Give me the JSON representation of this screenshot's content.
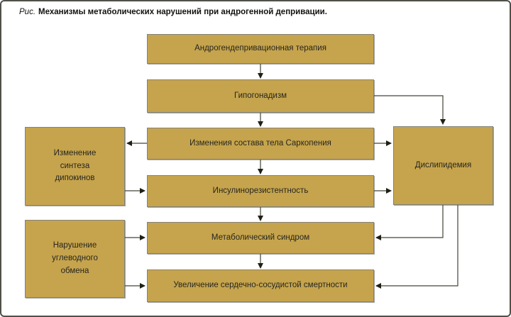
{
  "figure": {
    "caption_prefix": "Рис.",
    "caption_text": "Механизмы метаболических нарушений при андрогенной депривации."
  },
  "colors": {
    "node_fill": "#C6A44D",
    "node_border": "#82827A",
    "connector": "#44443A",
    "arrowhead": "#1F1F14",
    "frame": "#50504A",
    "background": "#FFFFFF",
    "text": "#26261E"
  },
  "nodes": {
    "adt": {
      "label": "Андрогендепривационная терапия"
    },
    "hypogonadism": {
      "label": "Гипогонадизм"
    },
    "body_composition": {
      "label": "Изменения состава тела Саркопения"
    },
    "insulin_resistance": {
      "label": "Инсулинорезистентность"
    },
    "metabolic_syndrome": {
      "label": "Метаболический синдром"
    },
    "cv_mortality": {
      "label": "Увеличение сердечно-сосудистой смертности"
    },
    "adipokine_synthesis": {
      "label": "Изменение синтеза дипокинов"
    },
    "carbohydrate_metabolism": {
      "label": "Нарушение углеводного обмена"
    },
    "dyslipidemia": {
      "label": "Дислипидемия"
    }
  },
  "edges": [
    {
      "from": "adt",
      "to": "hypogonadism"
    },
    {
      "from": "hypogonadism",
      "to": "body_composition"
    },
    {
      "from": "body_composition",
      "to": "insulin_resistance"
    },
    {
      "from": "insulin_resistance",
      "to": "metabolic_syndrome"
    },
    {
      "from": "metabolic_syndrome",
      "to": "cv_mortality"
    },
    {
      "from": "body_composition",
      "to": "adipokine_synthesis"
    },
    {
      "from": "adipokine_synthesis",
      "to": "insulin_resistance"
    },
    {
      "from": "carbohydrate_metabolism",
      "to": "metabolic_syndrome"
    },
    {
      "from": "carbohydrate_metabolism",
      "to": "cv_mortality"
    },
    {
      "from": "hypogonadism",
      "to": "dyslipidemia"
    },
    {
      "from": "body_composition",
      "to": "dyslipidemia"
    },
    {
      "from": "insulin_resistance",
      "to": "dyslipidemia"
    },
    {
      "from": "dyslipidemia",
      "to": "metabolic_syndrome"
    },
    {
      "from": "dyslipidemia",
      "to": "cv_mortality"
    }
  ]
}
